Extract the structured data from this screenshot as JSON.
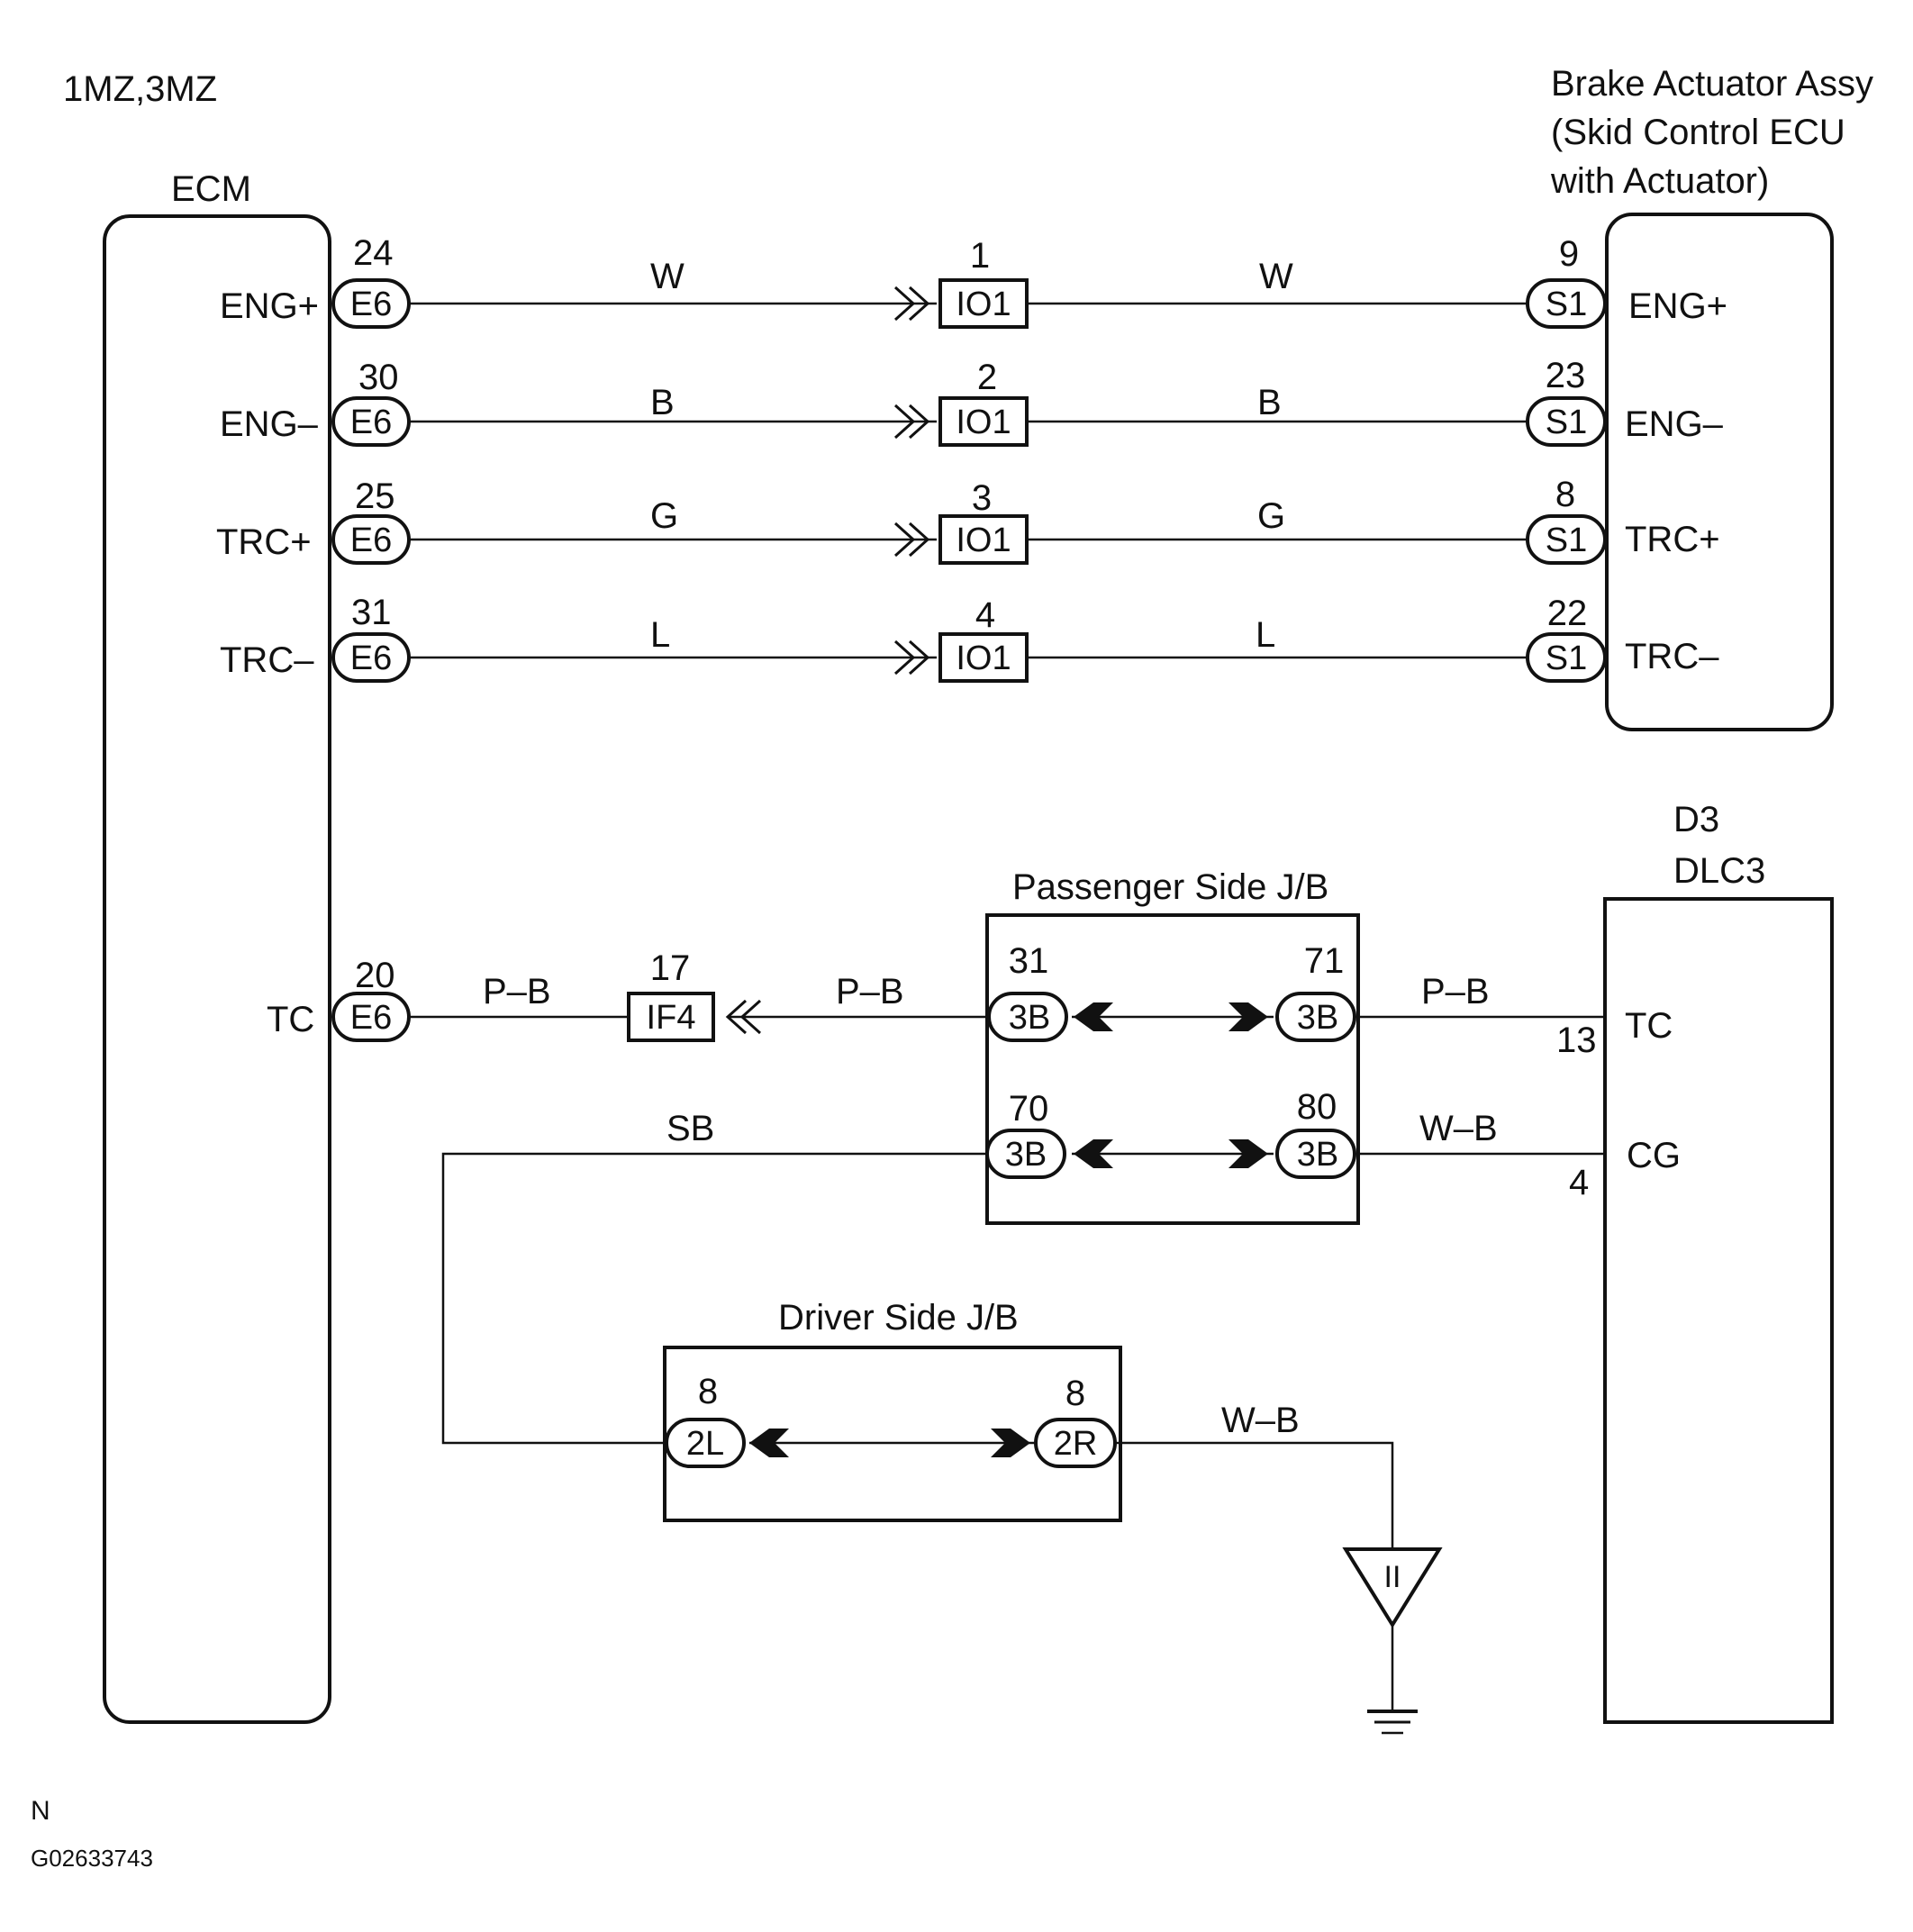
{
  "header": {
    "engine": "1MZ,3MZ"
  },
  "ecm": {
    "title": "ECM",
    "pins": [
      {
        "label": "ENG+",
        "num": "24",
        "conn": "E6"
      },
      {
        "label": "ENG–",
        "num": "30",
        "conn": "E6"
      },
      {
        "label": "TRC+",
        "num": "25",
        "conn": "E6"
      },
      {
        "label": "TRC–",
        "num": "31",
        "conn": "E6"
      },
      {
        "label": "TC",
        "num": "20",
        "conn": "E6"
      }
    ]
  },
  "actuator": {
    "title_lines": [
      "Brake Actuator Assy",
      "(Skid Control ECU",
      "with Actuator)"
    ],
    "pins": [
      {
        "label": "ENG+",
        "num": "9",
        "conn": "S1"
      },
      {
        "label": "ENG–",
        "num": "23",
        "conn": "S1"
      },
      {
        "label": "TRC+",
        "num": "8",
        "conn": "S1"
      },
      {
        "label": "TRC–",
        "num": "22",
        "conn": "S1"
      }
    ]
  },
  "io_connector": {
    "conn": "IO1",
    "pins": [
      "1",
      "2",
      "3",
      "4"
    ]
  },
  "wires": {
    "upper_left": [
      "W",
      "B",
      "G",
      "L"
    ],
    "upper_right": [
      "W",
      "B",
      "G",
      "L"
    ],
    "tc_left": "P–B",
    "tc_mid": "P–B",
    "tc_right": "P–B",
    "sb": "SB",
    "cg_right": "W–B",
    "ground": "W–B"
  },
  "if4": {
    "num": "17",
    "conn": "IF4"
  },
  "passenger_jb": {
    "title": "Passenger Side J/B",
    "left": [
      {
        "num": "31",
        "conn": "3B"
      },
      {
        "num": "70",
        "conn": "3B"
      }
    ],
    "right": [
      {
        "num": "71",
        "conn": "3B"
      },
      {
        "num": "80",
        "conn": "3B"
      }
    ]
  },
  "driver_jb": {
    "title": "Driver Side J/B",
    "left": {
      "num": "8",
      "conn": "2L"
    },
    "right": {
      "num": "8",
      "conn": "2R"
    }
  },
  "dlc3": {
    "title_lines": [
      "D3",
      "DLC3"
    ],
    "pins": [
      {
        "label": "TC",
        "num": "13"
      },
      {
        "label": "CG",
        "num": "4"
      }
    ]
  },
  "ground_point": "II",
  "footer": {
    "code": "N",
    "figure_id": "G02633743"
  }
}
